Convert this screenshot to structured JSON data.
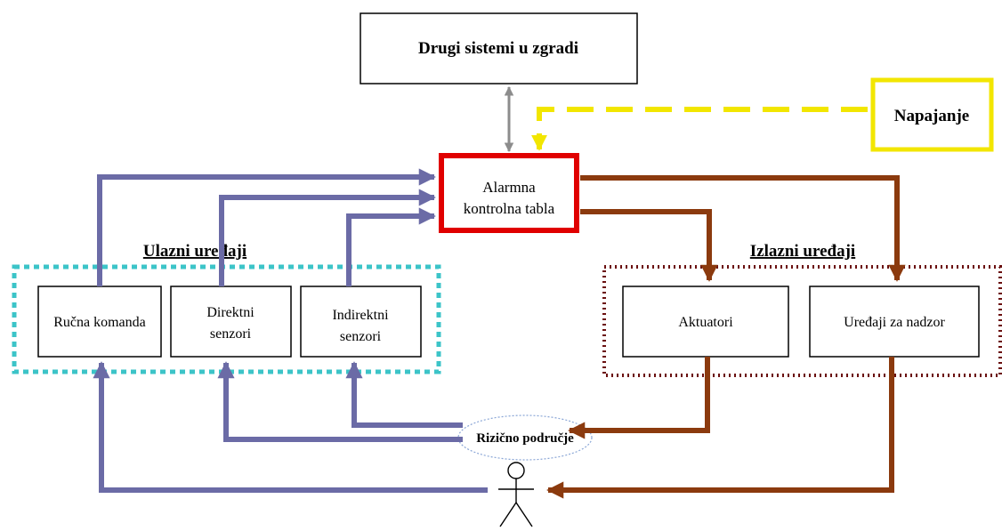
{
  "title_box": "Drugi sistemi u zgradi",
  "power": "Napajanje",
  "control_panel": {
    "line1": "Alarmna",
    "line2": "kontrolna tabla"
  },
  "input_group": {
    "label": "Ulazni uređaji",
    "items": [
      {
        "line1": "Ručna komanda",
        "line2": ""
      },
      {
        "line1": "Direktni",
        "line2": "senzori"
      },
      {
        "line1": "Indirektni",
        "line2": "senzori"
      }
    ]
  },
  "output_group": {
    "label": "Izlazni uređaji",
    "items": [
      {
        "line1": "Aktuatori",
        "line2": ""
      },
      {
        "line1": "Uređaji za nadzor",
        "line2": ""
      }
    ]
  },
  "risk_area": "Rizično područje",
  "colors": {
    "input_arrows": "#6b6ba6",
    "output_arrows": "#8b3a0e",
    "system_arrow": "#8c8c8c",
    "power_line": "#f2e600",
    "panel_border": "#e00000",
    "input_group_border": "#3cc4c8",
    "output_group_border": "#6b1010",
    "risk_area_border": "#8aa6d6"
  }
}
